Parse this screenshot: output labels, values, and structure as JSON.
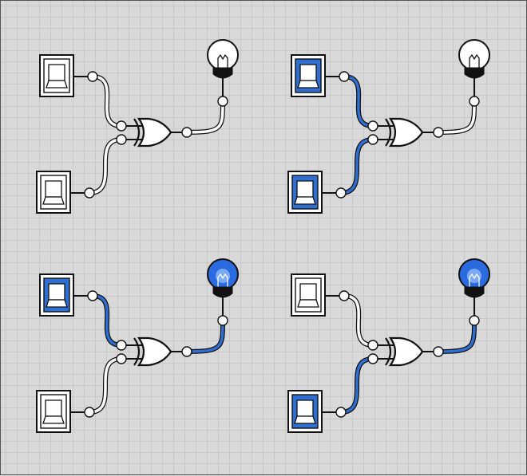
{
  "colors": {
    "wire_on": "#2f6fd1",
    "wire_off": "#ffffff",
    "outline": "#111111",
    "bulb_on": "#2a6be0",
    "bulb_off": "#ffffff",
    "background": "#d9d9d9",
    "grid": "#c9c9c9"
  },
  "circuits": [
    {
      "name": "circuit-1",
      "gate": "XOR",
      "switch_a": false,
      "switch_b": false,
      "output": false
    },
    {
      "name": "circuit-2",
      "gate": "XOR",
      "switch_a": true,
      "switch_b": true,
      "output": false
    },
    {
      "name": "circuit-3",
      "gate": "XOR",
      "switch_a": true,
      "switch_b": false,
      "output": true
    },
    {
      "name": "circuit-4",
      "gate": "XOR",
      "switch_a": false,
      "switch_b": true,
      "output": true
    }
  ]
}
